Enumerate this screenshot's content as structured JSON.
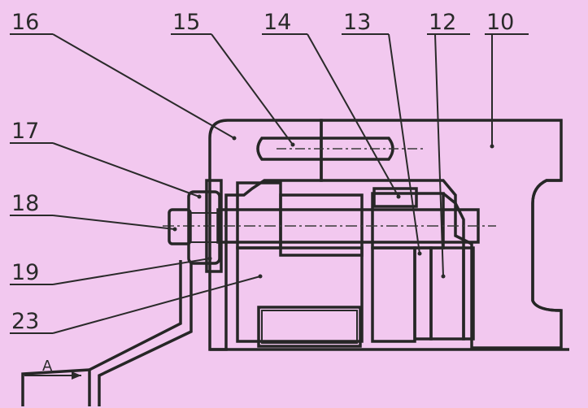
{
  "colors": {
    "background": "#f2c8ef",
    "ink": "#2a2a2a",
    "hatch": "#6b5a6a"
  },
  "labels": {
    "l16": "16",
    "l15": "15",
    "l14": "14",
    "l13": "13",
    "l12": "12",
    "l10": "10",
    "l17": "17",
    "l18": "18",
    "l19": "19",
    "l23": "23",
    "view_a": "A"
  }
}
